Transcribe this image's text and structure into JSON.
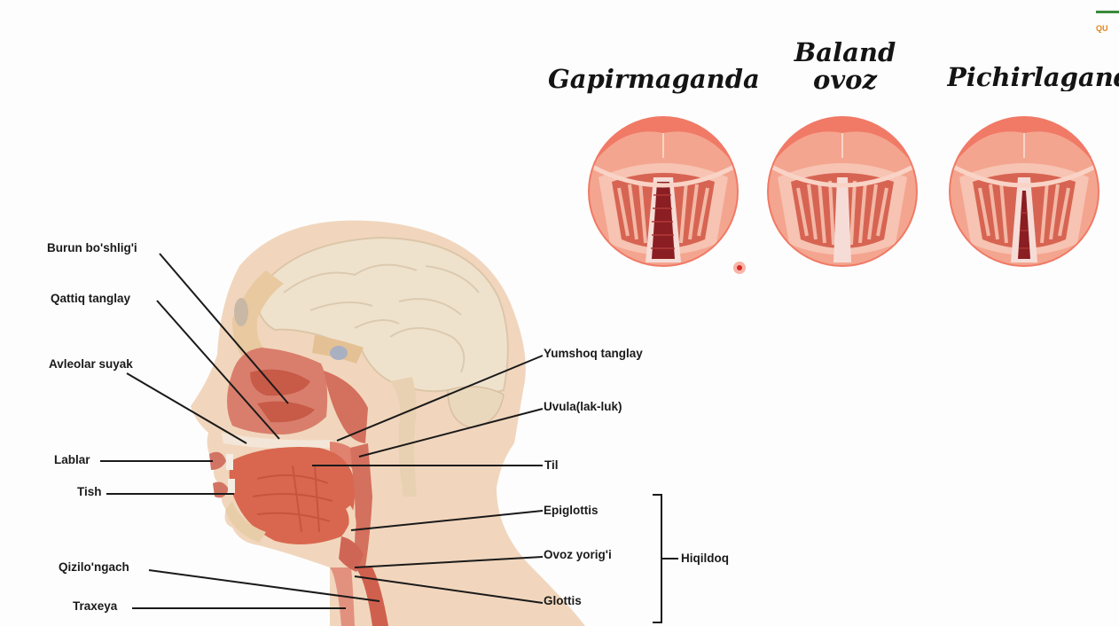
{
  "states": [
    {
      "title_lines": [
        "Gapirmaganda"
      ]
    },
    {
      "title_lines": [
        "Baland",
        "ovoz"
      ]
    },
    {
      "title_lines": [
        "Pichirlaganda"
      ]
    }
  ],
  "labels": {
    "burun": "Burun bo'shlig'i",
    "qattiq": "Qattiq tanglay",
    "avleolar": "Avleolar suyak",
    "lablar": "Lablar",
    "tish": "Tish",
    "qiziloqngach": "Qizilo'ngach",
    "traxeya": "Traxeya",
    "yumshoq": "Yumshoq tanglay",
    "uvula": "Uvula(lak-luk)",
    "til": "Til",
    "epiglottis": "Epiglottis",
    "ovoz_yorigi": "Ovoz yorig'i",
    "glottis": "Glottis",
    "hiqildoq": "Hiqildoq"
  },
  "logo_text": "QU",
  "colors": {
    "disc_outer": "#f07a66",
    "disc_inner": "#f6b8a6",
    "fold_stripe": "#c9463e",
    "glottis_open": "#8a1e22",
    "skin": "#f1d6bd",
    "brain": "#efe2cd",
    "muscle": "#d35a48",
    "line": "#1a1a1a"
  }
}
